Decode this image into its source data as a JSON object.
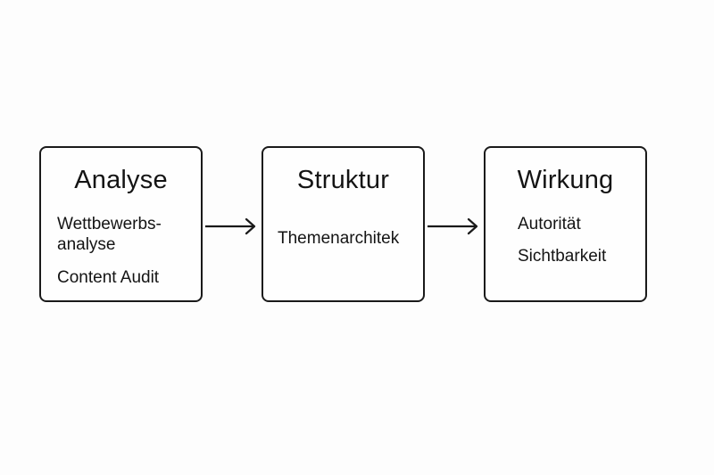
{
  "diagram": {
    "nodes": [
      {
        "id": "analyse",
        "title": "Analyse",
        "items": [
          "Wettbewerbs-\nanalyse",
          "Content Audit"
        ]
      },
      {
        "id": "struktur",
        "title": "Struktur",
        "items": [
          "Themenarchitek"
        ]
      },
      {
        "id": "wirkung",
        "title": "Wirkung",
        "items": [
          "Autorität",
          "Sichtbarkeit"
        ]
      }
    ],
    "edges": [
      {
        "from": "analyse",
        "to": "struktur"
      },
      {
        "from": "struktur",
        "to": "wirkung"
      }
    ],
    "colors": {
      "stroke": "#1a1a1a",
      "text": "#141414",
      "background": "#fdfdfd"
    }
  }
}
